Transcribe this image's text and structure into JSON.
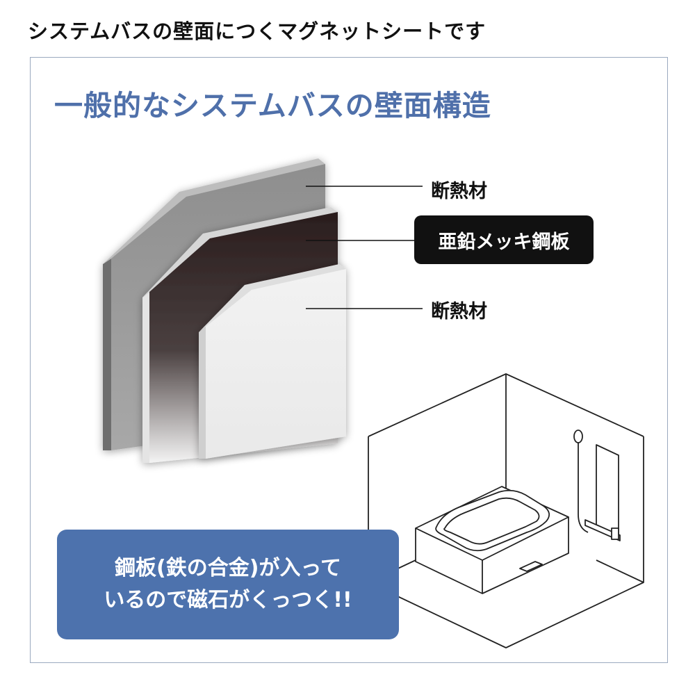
{
  "header": {
    "title": "システムバスの壁面につくマグネットシートです"
  },
  "diagram": {
    "title": "一般的なシステムバスの壁面構造",
    "layers": [
      {
        "label": "断熱材",
        "color": "#9a9a9a"
      },
      {
        "label": "亜鉛メッキ鋼板",
        "color": "#2b1f1f",
        "highlighted": true
      },
      {
        "label": "断熱材",
        "color": "#f0f0f0"
      }
    ]
  },
  "callout": {
    "line1": "鋼板(鉄の合金)が入って",
    "line2": "いるので磁石がくっつく!!",
    "color": "#4d72ad"
  },
  "colors": {
    "title_blue": "#4f70aa",
    "frame_border": "#9aa9bf"
  }
}
